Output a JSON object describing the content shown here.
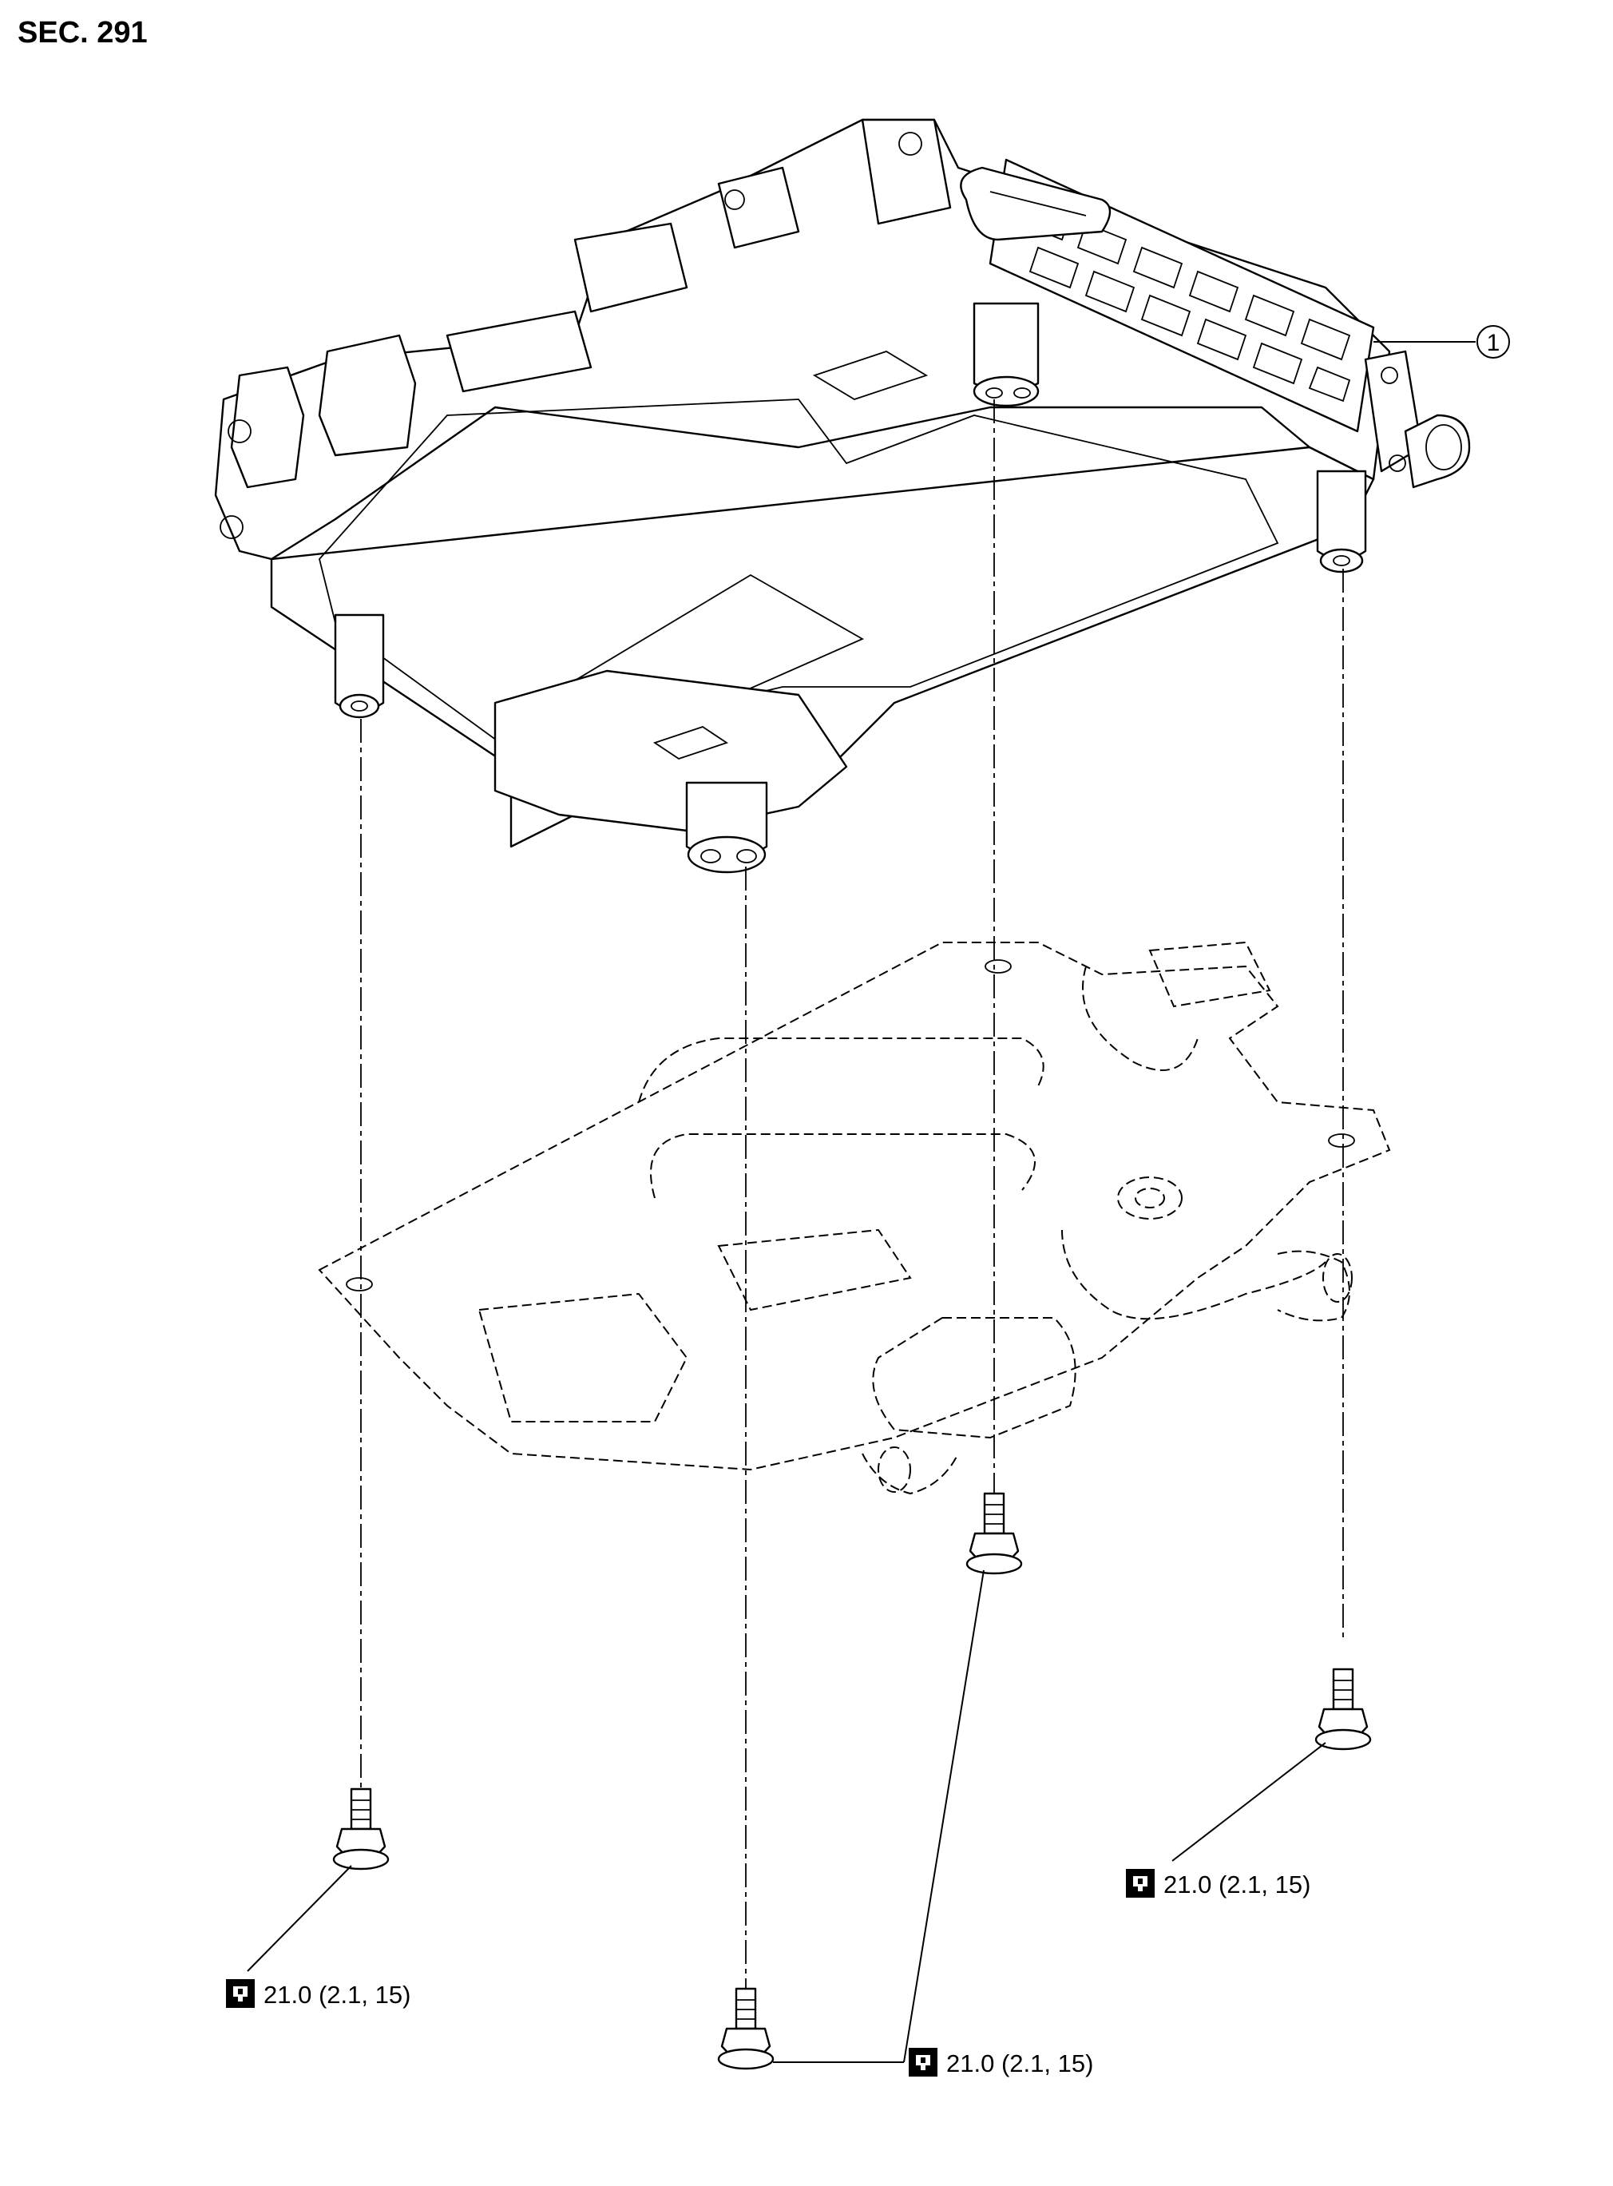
{
  "section": "SEC. 291",
  "callouts": [
    {
      "id": "part-1",
      "label": "1"
    }
  ],
  "torque_specs": [
    {
      "id": "left",
      "icon": "torque-wrench-icon",
      "value": "21.0 (2.1, 15)"
    },
    {
      "id": "center",
      "icon": "torque-wrench-icon",
      "value": "21.0 (2.1, 15)"
    },
    {
      "id": "right",
      "icon": "torque-wrench-icon",
      "value": "21.0 (2.1, 15)"
    }
  ]
}
